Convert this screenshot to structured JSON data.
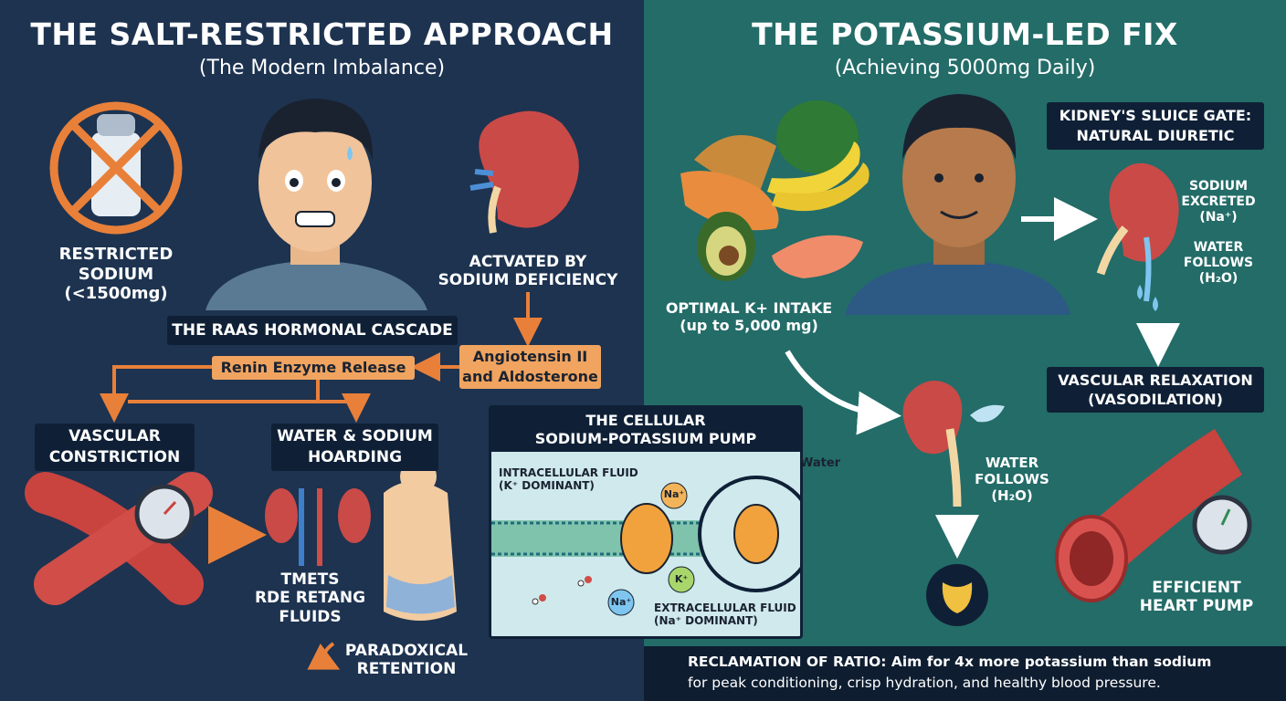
{
  "left": {
    "title": "THE SALT-RESTRICTED APPROACH",
    "subtitle": "(The Modern Imbalance)",
    "restricted": [
      "RESTRICTED",
      "SODIUM",
      "(<1500mg)"
    ],
    "activated": [
      "ACTVATED BY",
      "SODIUM DEFICIENCY"
    ],
    "raas": "THE RAAS HORMONAL CASCADE",
    "angio": [
      "Angiotensin II",
      "and Aldosterone"
    ],
    "renin": "Renin Enzyme Release",
    "vascular": [
      "VASCULAR",
      "CONSTRICTION"
    ],
    "hoarding": [
      "WATER & SODIUM",
      "HOARDING"
    ],
    "timets": [
      "TMETS",
      "RDE RETANG",
      "FLUIDS"
    ],
    "paradox": [
      "PARADOXICAL",
      "RETENTION"
    ]
  },
  "pump": {
    "title": [
      "THE CELLULAR",
      "SODIUM-POTASSIUM PUMP"
    ],
    "intra": [
      "INTRACELLULAR FLUID",
      "(K⁺ DOMINANT)"
    ],
    "extra": [
      "EXTRACELLULAR FLUID",
      "(Na⁺ DOMINANT)"
    ],
    "na": "Na⁺",
    "k": "K⁺",
    "water": "Water"
  },
  "right": {
    "title": "THE POTASSIUM-LED FIX",
    "subtitle": "(Achieving 5000mg Daily)",
    "sluice": [
      "KIDNEY'S SLUICE GATE:",
      "NATURAL DIURETIC"
    ],
    "sodium_excreted": [
      "SODIUM",
      "EXCRETED",
      "(Na⁺)"
    ],
    "water_follows_top": [
      "WATER",
      "FOLLOWS",
      "(H₂O)"
    ],
    "optimal": [
      "OPTIMAL K+ INTAKE",
      "(up to 5,000 mg)"
    ],
    "vascular_relax": [
      "VASCULAR RELAXATION",
      "(VASODILATION)"
    ],
    "water_follows_mid": [
      "WATER",
      "FOLLOWS",
      "(H₂O)"
    ],
    "efficient": [
      "EFFICIENT",
      "HEART PUMP"
    ],
    "footer": [
      "RECLAMATION OF RATIO: Aim for 4x more potassium than sodium",
      "for peak conditioning, crisp hydration, and healthy blood pressure."
    ]
  },
  "colors": {
    "left_bg": "#1d3350",
    "right_bg": "#236c68",
    "accent_orange": "#e8803a",
    "box_dark": "#0f2036"
  }
}
